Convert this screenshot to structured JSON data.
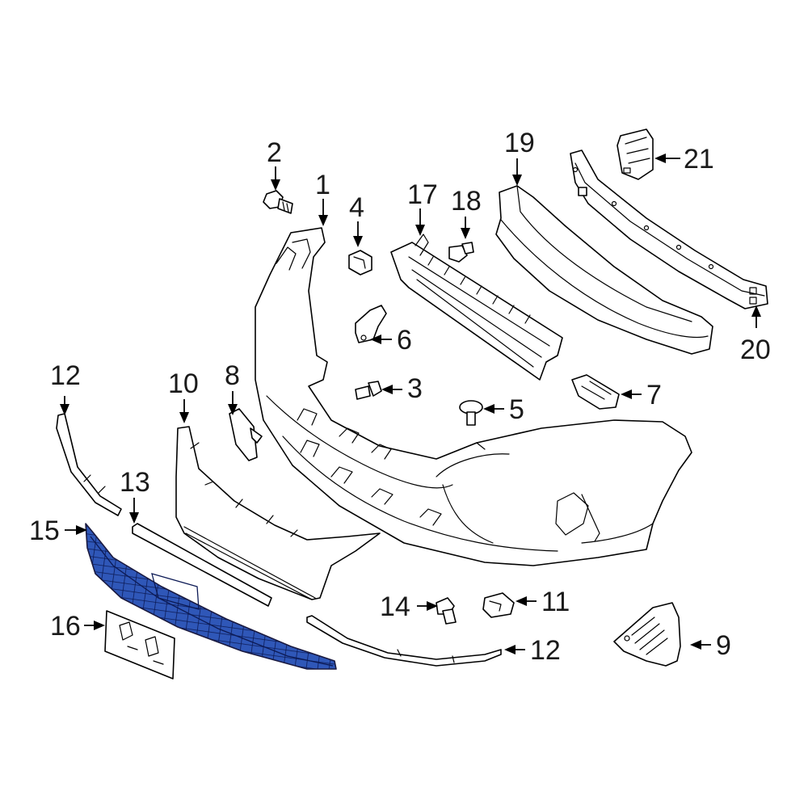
{
  "colors": {
    "highlight": "#2f57b8",
    "line": "#000000",
    "background": "#ffffff"
  },
  "callouts": {
    "c1": "1",
    "c2": "2",
    "c3": "3",
    "c4": "4",
    "c5": "5",
    "c6": "6",
    "c7": "7",
    "c8": "8",
    "c9": "9",
    "c10": "10",
    "c11": "11",
    "c12a": "12",
    "c12b": "12",
    "c13": "13",
    "c14": "14",
    "c15": "15",
    "c16": "16",
    "c17": "17",
    "c18": "18",
    "c19": "19",
    "c20": "20",
    "c21": "21"
  }
}
